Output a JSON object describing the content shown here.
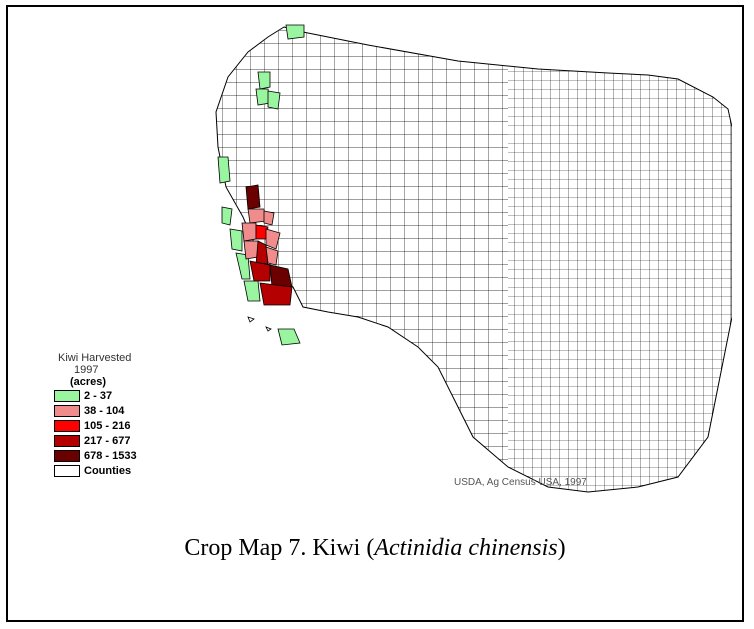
{
  "legend": {
    "title_line1": "Kiwi Harvested",
    "title_line2": "1997",
    "units": "(acres)",
    "items": [
      {
        "label": "2 - 37",
        "color": "#99f5a0"
      },
      {
        "label": "38 - 104",
        "color": "#f08c8c"
      },
      {
        "label": "105 - 216",
        "color": "#ff0000"
      },
      {
        "label": "217 - 677",
        "color": "#b40000"
      },
      {
        "label": "678 - 1533",
        "color": "#6b0000"
      },
      {
        "label": "Counties",
        "color": "#ffffff"
      }
    ]
  },
  "source": "USDA, Ag Census USA, 1997",
  "caption": {
    "prefix": "Crop Map 7. Kiwi (",
    "species": "Actinidia chinensis",
    "suffix": ")"
  },
  "colors": {
    "county_line": "#000000",
    "county_fill": "#ffffff"
  }
}
